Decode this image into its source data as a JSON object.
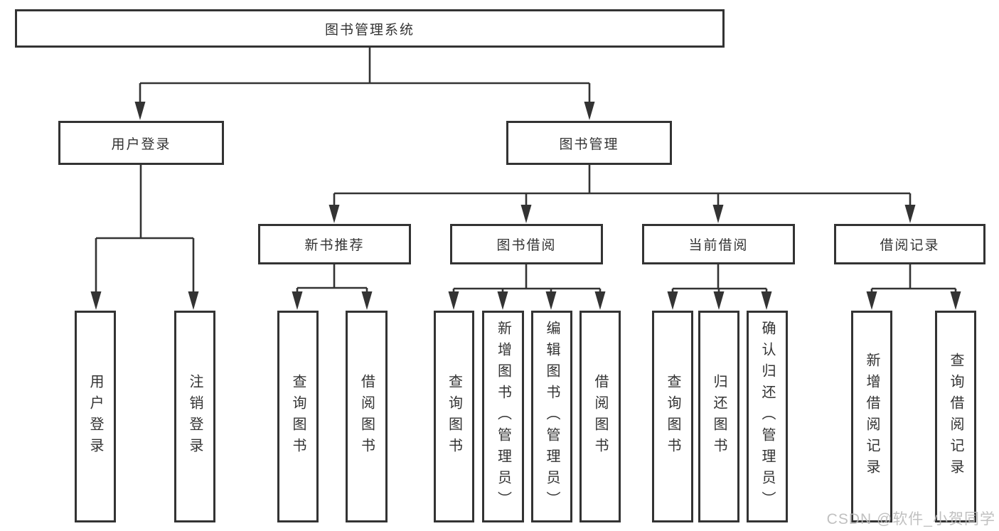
{
  "colors": {
    "line": "#333333",
    "box_border": "#333333",
    "text": "#333333",
    "background": "#ffffff",
    "watermark": "#b9b9b9"
  },
  "watermark": {
    "text": "CSDN @软件_小贺同学"
  },
  "tree": {
    "root": "图书管理系统",
    "level2": [
      {
        "label": "用户登录",
        "leaves": [
          "用户登录",
          "注销登录"
        ]
      },
      {
        "label": "图书管理",
        "sections": [
          {
            "label": "新书推荐",
            "leaves": [
              "查询图书",
              "借阅图书"
            ]
          },
          {
            "label": "图书借阅",
            "leaves": [
              "查询图书",
              "新增图书（管理员）",
              "编辑图书（管理员）",
              "借阅图书"
            ]
          },
          {
            "label": "当前借阅",
            "leaves": [
              "查询图书",
              "归还图书",
              "确认归还（管理员）"
            ]
          },
          {
            "label": "借阅记录",
            "leaves": [
              "新增借阅记录",
              "查询借阅记录"
            ]
          }
        ]
      }
    ]
  }
}
